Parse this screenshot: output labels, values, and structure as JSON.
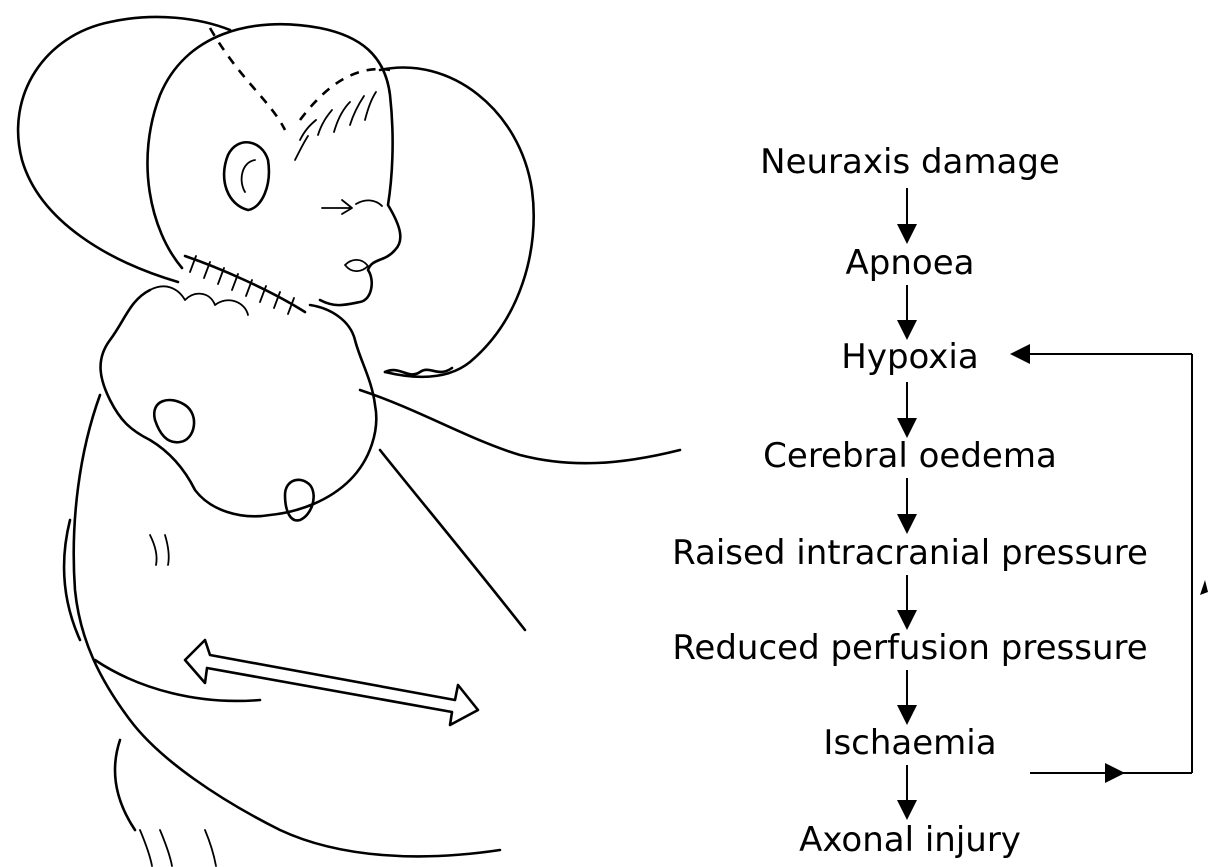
{
  "illustration": {
    "subject": "shaken infant held at chest with double-headed arrow showing shaking motion"
  },
  "flowchart": {
    "steps": [
      "Neuraxis damage",
      "Apnoea",
      "Hypoxia",
      "Cerebral oedema",
      "Raised intracranial pressure",
      "Reduced perfusion pressure",
      "Ischaemia",
      "Axonal injury"
    ],
    "feedback_loop": {
      "from": "Ischaemia",
      "to": "Hypoxia"
    }
  }
}
